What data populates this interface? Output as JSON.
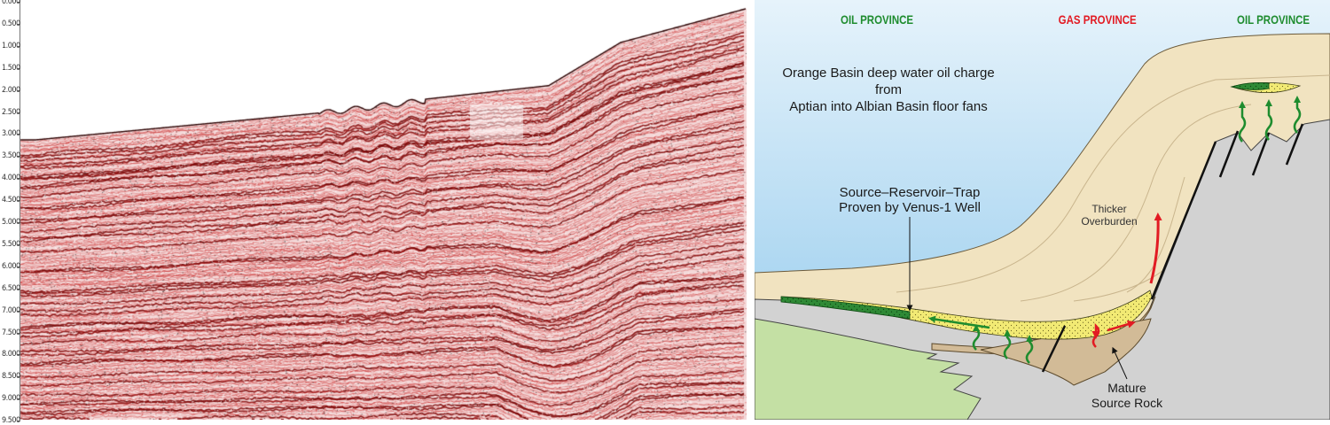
{
  "seismic": {
    "depth_labels": [
      "0.000",
      "0.500",
      "1.000",
      "1.500",
      "2.000",
      "2.500",
      "3.000",
      "3.500",
      "4.000",
      "4.500",
      "5.000",
      "5.500",
      "6.000",
      "6.500",
      "7.000",
      "7.500",
      "8.000",
      "8.500",
      "9.000",
      "9.500"
    ]
  },
  "diagram": {
    "provinces": {
      "left": "OIL PROVINCE",
      "middle": "GAS PROVINCE",
      "right": "OIL PROVINCE"
    },
    "title_line1": "Orange Basin deep water oil charge from",
    "title_line2": "Aptian into Albian Basin floor fans",
    "srt_line1": "Source–Reservoir–Trap",
    "srt_line2": "Proven by Venus-1 Well",
    "overburden_line1": "Thicker",
    "overburden_line2": "Overburden",
    "source_line1": "Mature",
    "source_line2": "Source Rock",
    "colors": {
      "oil": "#1e8c2e",
      "gas": "#e21b23",
      "water": "#aed7ef",
      "overburden": "#f1e3c0",
      "reservoir": "#f2ea74",
      "basement": "#d2d2d2",
      "green_land": "#c4e0a4",
      "source": "#d2bb97"
    }
  }
}
